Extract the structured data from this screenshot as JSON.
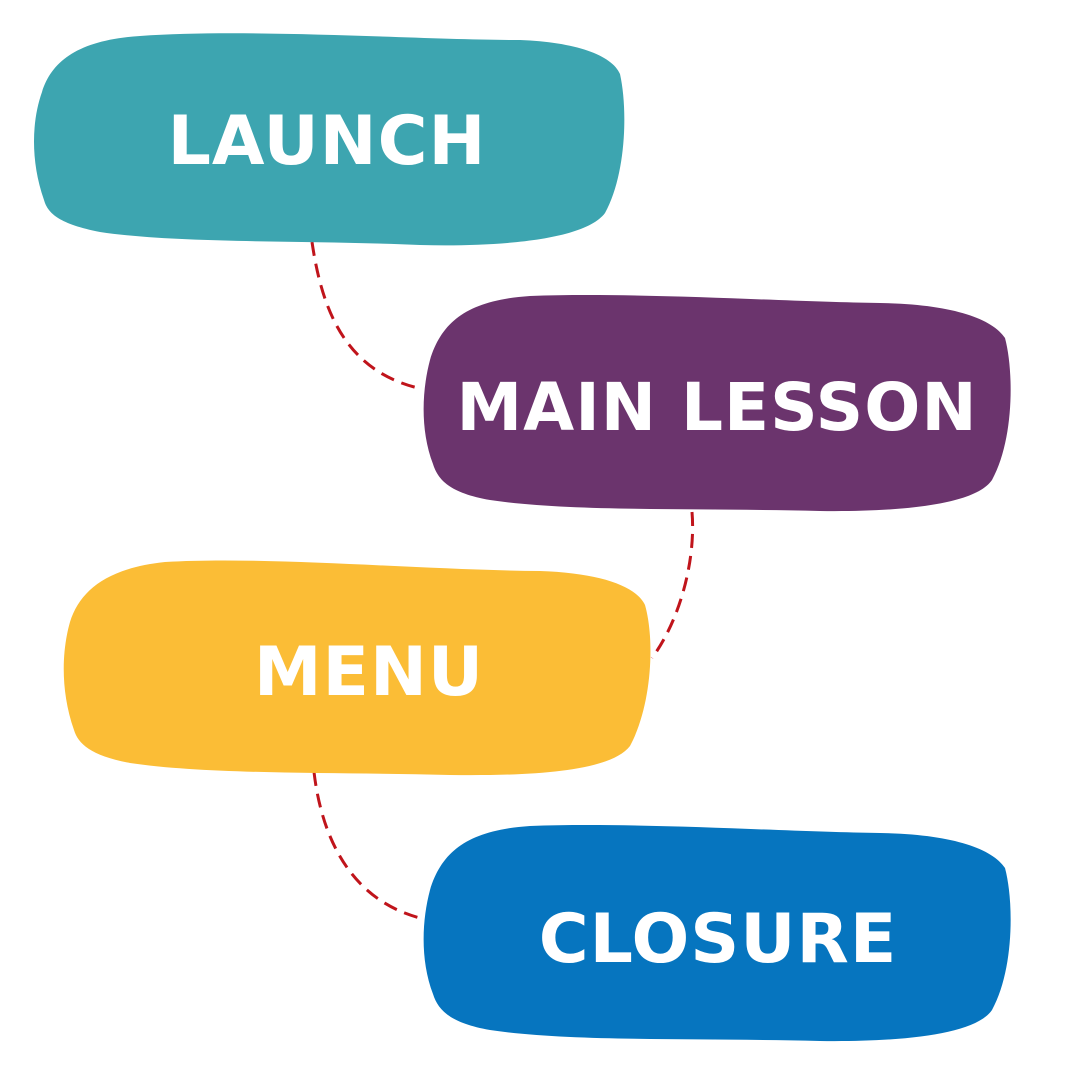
{
  "steps": [
    {
      "id": "launch",
      "label": "LAUNCH",
      "color": "#3DA5B0"
    },
    {
      "id": "main-lesson",
      "label": "MAIN LESSON",
      "color": "#6B346D"
    },
    {
      "id": "menu",
      "label": "MENU",
      "color": "#FBBD36"
    },
    {
      "id": "closure",
      "label": "CLOSURE",
      "color": "#0675BF"
    }
  ],
  "connector_color": "#C0141B"
}
